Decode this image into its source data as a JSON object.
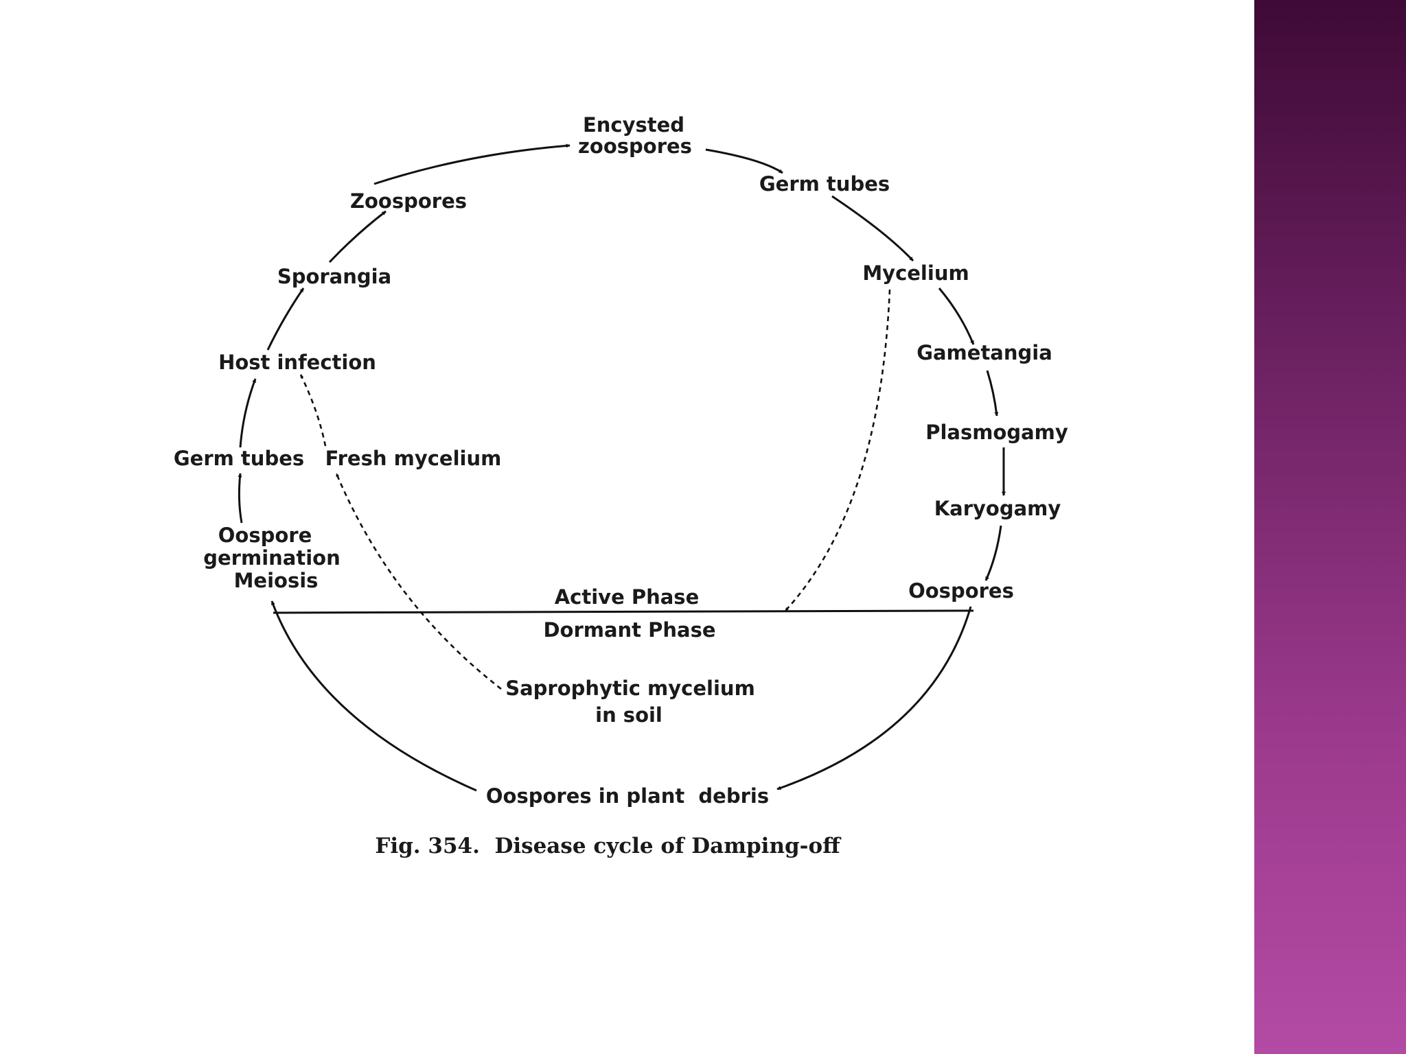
{
  "diagram": {
    "nodes": {
      "encysted_zoospores": [
        "Encysted",
        "zoospores"
      ],
      "germ_tubes_top": "Germ tubes",
      "mycelium": "Mycelium",
      "gametangia": "Gametangia",
      "plasmogamy": "Plasmogamy",
      "karyogamy": "Karyogamy",
      "oospores": "Oospores",
      "zoospores": "Zoospores",
      "sporangia": "Sporangia",
      "host_infection": "Host infection",
      "germ_tubes_left": "Germ tubes",
      "fresh_mycelium": "Fresh mycelium",
      "oospore_germination": [
        "Oospore",
        "germination",
        "Meiosis"
      ],
      "active_phase": "Active Phase",
      "dormant_phase": "Dormant Phase",
      "saprophytic_mycelium": [
        "Saprophytic mycelium",
        "in soil"
      ],
      "oospores_plant_debris": "Oospores in plant  debris"
    },
    "caption": "Fig. 354.  Disease cycle of Damping-off"
  },
  "colors": {
    "background": "#ffffff",
    "ink": "#111111",
    "side_bar_top": "#3e0a36",
    "side_bar_bottom": "#b34ba4"
  }
}
